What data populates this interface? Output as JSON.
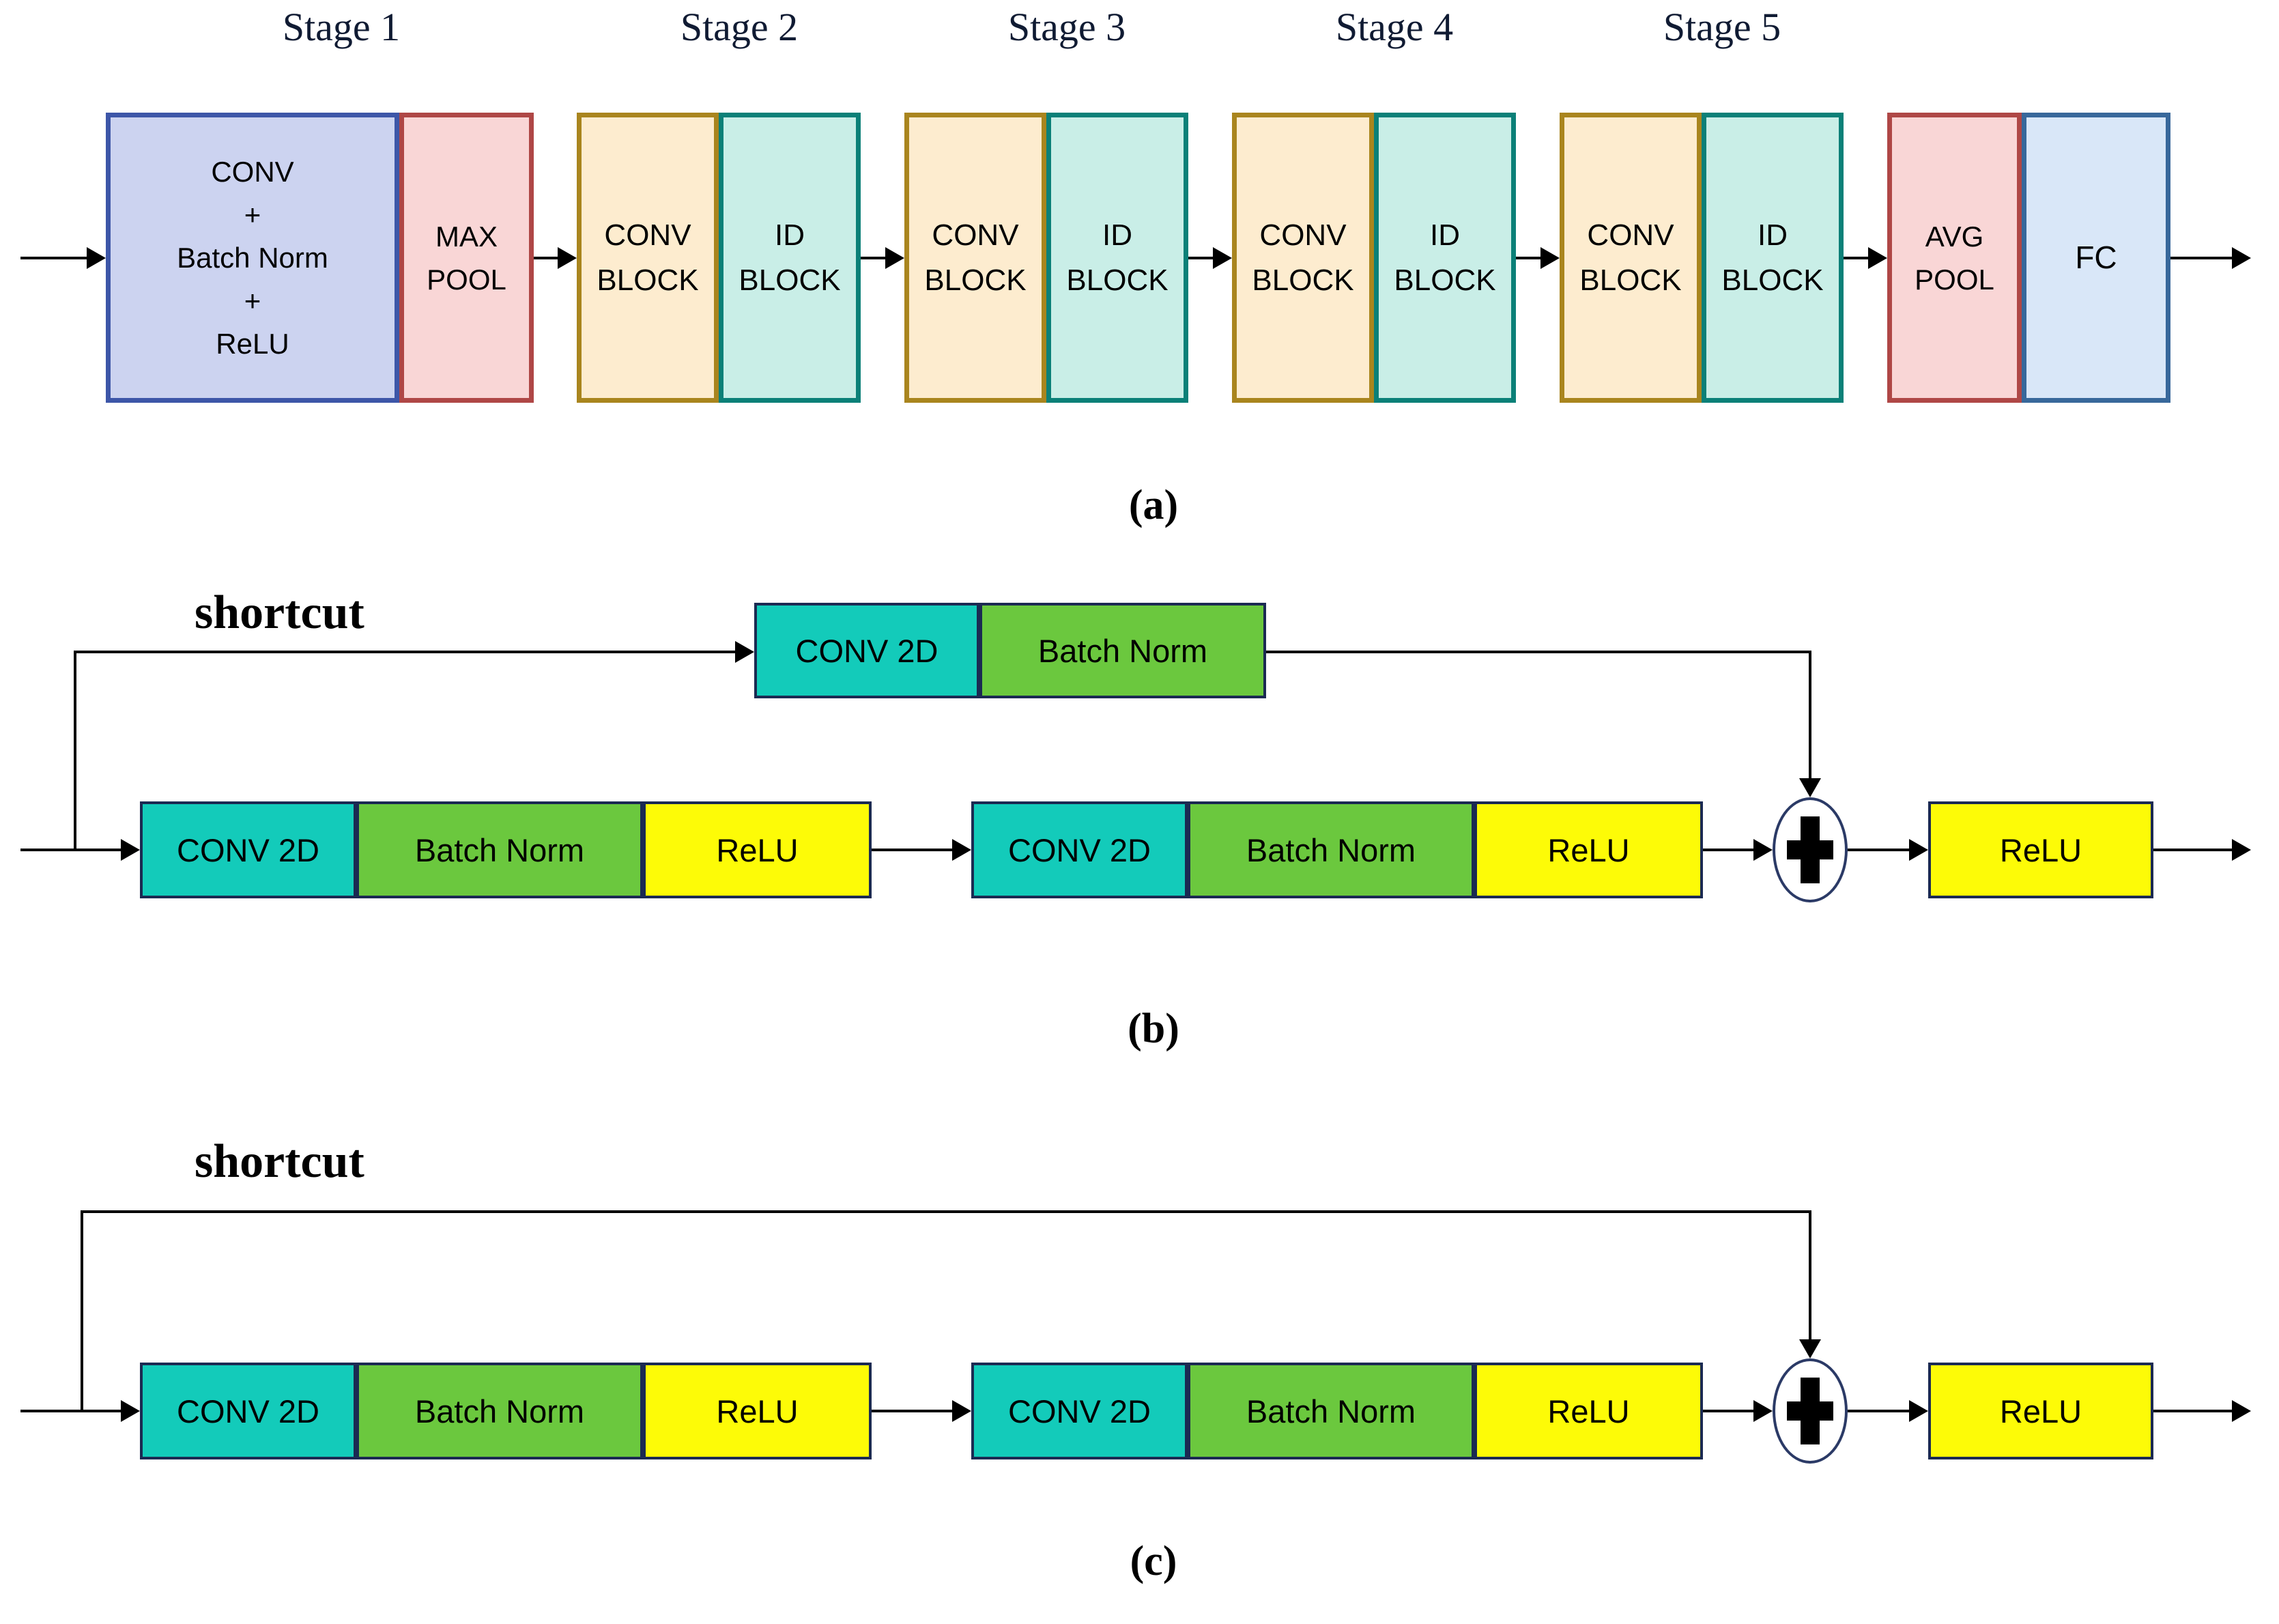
{
  "palette": {
    "stem_fill": "#ccd3f0",
    "stem_border": "#3d56a8",
    "pool_fill": "#f9d6d6",
    "pool_border": "#af4746",
    "conv_block_fill": "#fdeccf",
    "conv_block_border": "#a9851e",
    "id_block_fill": "#c9eee7",
    "id_block_border": "#0b8078",
    "fc_fill": "#d9e7f8",
    "fc_border": "#38689b",
    "conv2d_fill": "#13cbba",
    "batch_norm_fill": "#6bc83e",
    "relu_fill": "#fdfb07",
    "unit_border": "#1b2a52",
    "line_color": "#000000"
  },
  "icons": {
    "plus": "+"
  },
  "part_a": {
    "stage_labels": [
      "Stage 1",
      "Stage 2",
      "Stage 3",
      "Stage 4",
      "Stage 5"
    ],
    "stem_label": "CONV\n+\nBatch Norm\n+\nReLU",
    "max_pool_label": "MAX\nPOOL",
    "conv_block_label": "CONV\nBLOCK",
    "id_block_label": "ID\nBLOCK",
    "avg_pool_label": "AVG\nPOOL",
    "fc_label": "FC",
    "caption": "(a)"
  },
  "part_b": {
    "shortcut_label": "shortcut",
    "shortcut_conv_label": "CONV 2D",
    "shortcut_bn_label": "Batch Norm",
    "conv_label": "CONV 2D",
    "bn_label": "Batch Norm",
    "relu_label": "ReLU",
    "final_relu_label": "ReLU",
    "caption": "(b)"
  },
  "part_c": {
    "shortcut_label": "shortcut",
    "conv_label": "CONV 2D",
    "bn_label": "Batch Norm",
    "relu_label": "ReLU",
    "final_relu_label": "ReLU",
    "caption": "(c)"
  }
}
